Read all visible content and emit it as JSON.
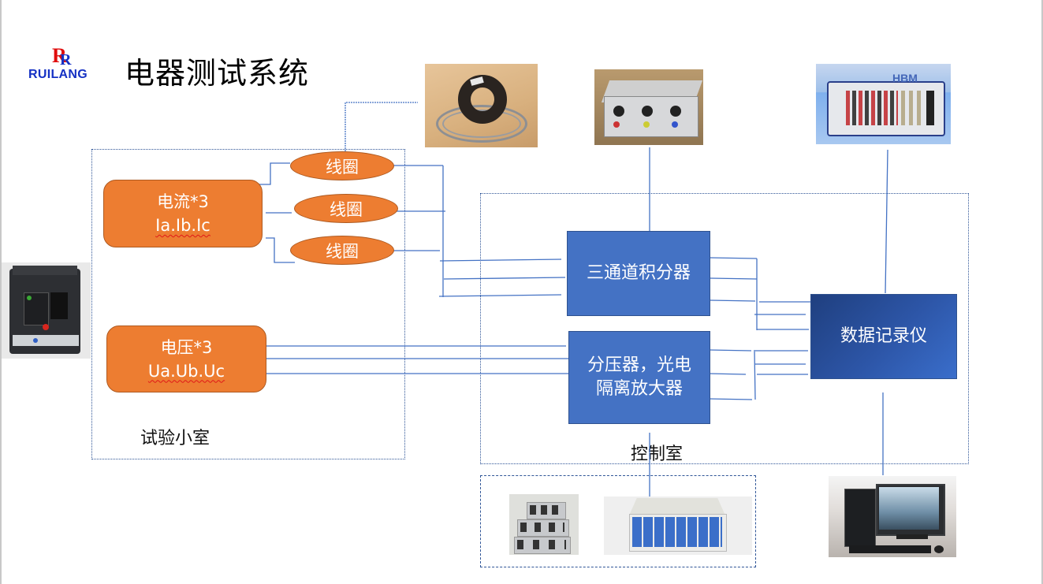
{
  "header": {
    "logo": {
      "mark_1": "R",
      "mark_2": "R",
      "wordmark": "RUILANG"
    },
    "title": "电器测试系统"
  },
  "zones": {
    "test_room": {
      "label": "试验小室"
    },
    "control_room": {
      "label": "控制室"
    }
  },
  "sources": {
    "current": {
      "line1": "电流*3",
      "line2": "Ia.Ib.Ic"
    },
    "voltage": {
      "line1": "电压*3",
      "line2": "Ua.Ub.Uc"
    }
  },
  "coils": [
    {
      "label": "线圈"
    },
    {
      "label": "线圈"
    },
    {
      "label": "线圈"
    }
  ],
  "processors": {
    "integrator": {
      "label": "三通道积分器"
    },
    "isolation_amp": {
      "line1": "分压器，光电",
      "line2": "隔离放大器"
    },
    "data_recorder": {
      "label": "数据记录仪"
    }
  },
  "photos": {
    "breaker": "circuit-breaker-photo",
    "rogowski_coil": "rogowski-coil-photo",
    "integrator": "three-channel-integrator-photo",
    "recorder": "hbm-data-recorder-photo",
    "hbm_brand": "HBM",
    "divider": "voltage-divider-photo",
    "isolation_amp": "optical-isolation-amplifier-photo",
    "computer": "desktop-computer-photo"
  },
  "colors": {
    "orange": "#ed7d31",
    "blue": "#4472c4",
    "wire": "#4472c4",
    "zone_border": "#2f5597",
    "logo_red": "#e00d0d",
    "logo_blue": "#1531c4"
  }
}
